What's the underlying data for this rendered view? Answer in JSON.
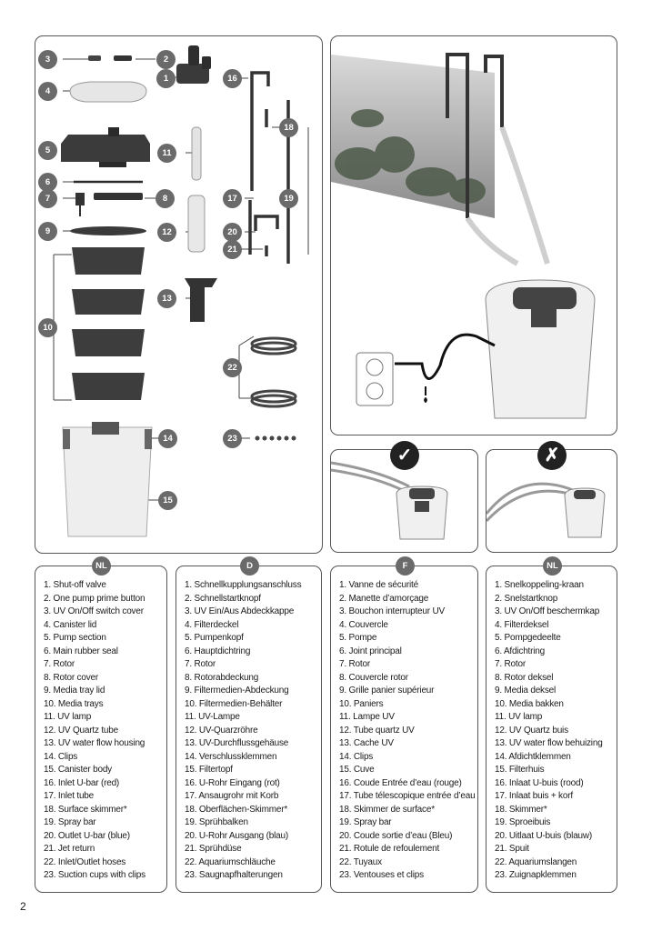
{
  "page_number": "2",
  "diagram": {
    "callouts": [
      "1",
      "2",
      "3",
      "4",
      "5",
      "6",
      "7",
      "8",
      "9",
      "10",
      "11",
      "12",
      "13",
      "14",
      "15",
      "16",
      "17",
      "18",
      "19",
      "20",
      "21",
      "22",
      "23"
    ]
  },
  "correct_mark": "✓",
  "wrong_mark": "✗",
  "columns": [
    {
      "lang": "NL",
      "items": [
        "1. Shut-off valve",
        "2. One pump prime button",
        "3. UV On/Off switch cover",
        "4. Canister lid",
        "5. Pump section",
        "6. Main rubber seal",
        "7. Rotor",
        "8. Rotor cover",
        "9. Media tray lid",
        "10. Media trays",
        "11. UV lamp",
        "12. UV Quartz tube",
        "13. UV water flow housing",
        "14. Clips",
        "15. Canister body",
        "16. Inlet U-bar (red)",
        "17. Inlet tube",
        "18. Surface skimmer*",
        "19. Spray bar",
        "20. Outlet U-bar (blue)",
        "21. Jet return",
        "22. Inlet/Outlet hoses",
        "23. Suction cups with clips"
      ]
    },
    {
      "lang": "D",
      "items": [
        "1. Schnellkupplungsanschluss",
        "2. Schnellstartknopf",
        "3. UV Ein/Aus Abdeckkappe",
        "4. Filterdeckel",
        "5. Pumpenkopf",
        "6. Hauptdichtring",
        "7. Rotor",
        "8. Rotorabdeckung",
        "9. Filtermedien-Abdeckung",
        "10. Filtermedien-Behälter",
        "11. UV-Lampe",
        "12. UV-Quarzröhre",
        "13. UV-Durchflussgehäuse",
        "14. Verschlussklemmen",
        "15. Filtertopf",
        "16. U-Rohr Eingang (rot)",
        "17. Ansaugrohr mit Korb",
        "18. Oberflächen-Skimmer*",
        "19. Sprühbalken",
        "20. U-Rohr Ausgang (blau)",
        "21. Sprühdüse",
        "22. Aquariumschläuche",
        "23. Saugnapfhalterungen"
      ]
    },
    {
      "lang": "F",
      "items": [
        "1. Vanne de sécurité",
        "2. Manette d’amorçage",
        "3. Bouchon interrupteur UV",
        "4. Couvercle",
        "5. Pompe",
        "6. Joint principal",
        "7. Rotor",
        "8. Couvercle rotor",
        "9. Grille panier supérieur",
        "10. Paniers",
        "11. Lampe UV",
        "12. Tube quartz UV",
        "13. Cache UV",
        "14. Clips",
        "15. Cuve",
        "16. Coude Entrée d’eau (rouge)",
        "17. Tube télescopique entrée d’eau",
        "18. Skimmer de surface*",
        "19. Spray bar",
        "20. Coude sortie d’eau (Bleu)",
        "21. Rotule de refoulement",
        "22. Tuyaux",
        "23. Ventouses et clips"
      ]
    },
    {
      "lang": "NL",
      "items": [
        "1. Snelkoppeling-kraan",
        "2. Snelstartknop",
        "3. UV On/Off beschermkap",
        "4. Filterdeksel",
        "5. Pompgedeelte",
        "6. Afdichtring",
        "7. Rotor",
        "8. Rotor deksel",
        "9. Media deksel",
        "10. Media bakken",
        "11. UV lamp",
        "12. UV Quartz buis",
        "13. UV water flow behuizing",
        "14. Afdichtklemmen",
        "15. Filterhuis",
        "16. Inlaat U-buis (rood)",
        "17. Inlaat buis + korf",
        "18. Skimmer*",
        "19. Sproeibuis",
        "20. Uitlaat U-buis (blauw)",
        "21. Spuit",
        "22. Aquariumslangen",
        "23. Zuignapklemmen"
      ]
    }
  ]
}
